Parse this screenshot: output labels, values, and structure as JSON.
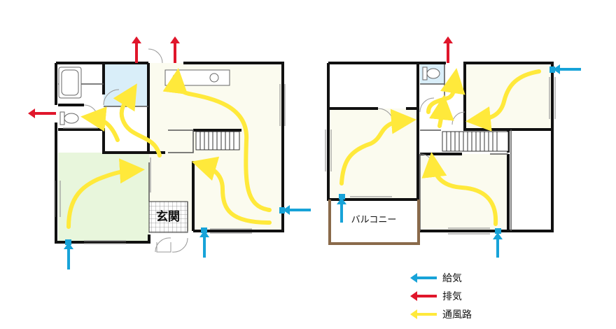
{
  "labels": {
    "entrance": "玄関",
    "balcony": "バルコニー"
  },
  "legend": [
    {
      "text": "給気",
      "color": "#17a3d8",
      "icon": "supply-arrow-icon"
    },
    {
      "text": "排気",
      "color": "#e0162b",
      "icon": "exhaust-arrow-icon"
    },
    {
      "text": "通風路",
      "color": "#ffe93b",
      "icon": "airflow-path-icon"
    }
  ],
  "colors": {
    "wall": "#111111",
    "living_floor": "#fbfbef",
    "tatami_floor": "#e8f6dc",
    "bath_floor": "#d9eef9",
    "supply": "#17a3d8",
    "exhaust": "#e0162b",
    "airflow": "#ffe93b",
    "balcony_rail": "#8a6a4a"
  }
}
